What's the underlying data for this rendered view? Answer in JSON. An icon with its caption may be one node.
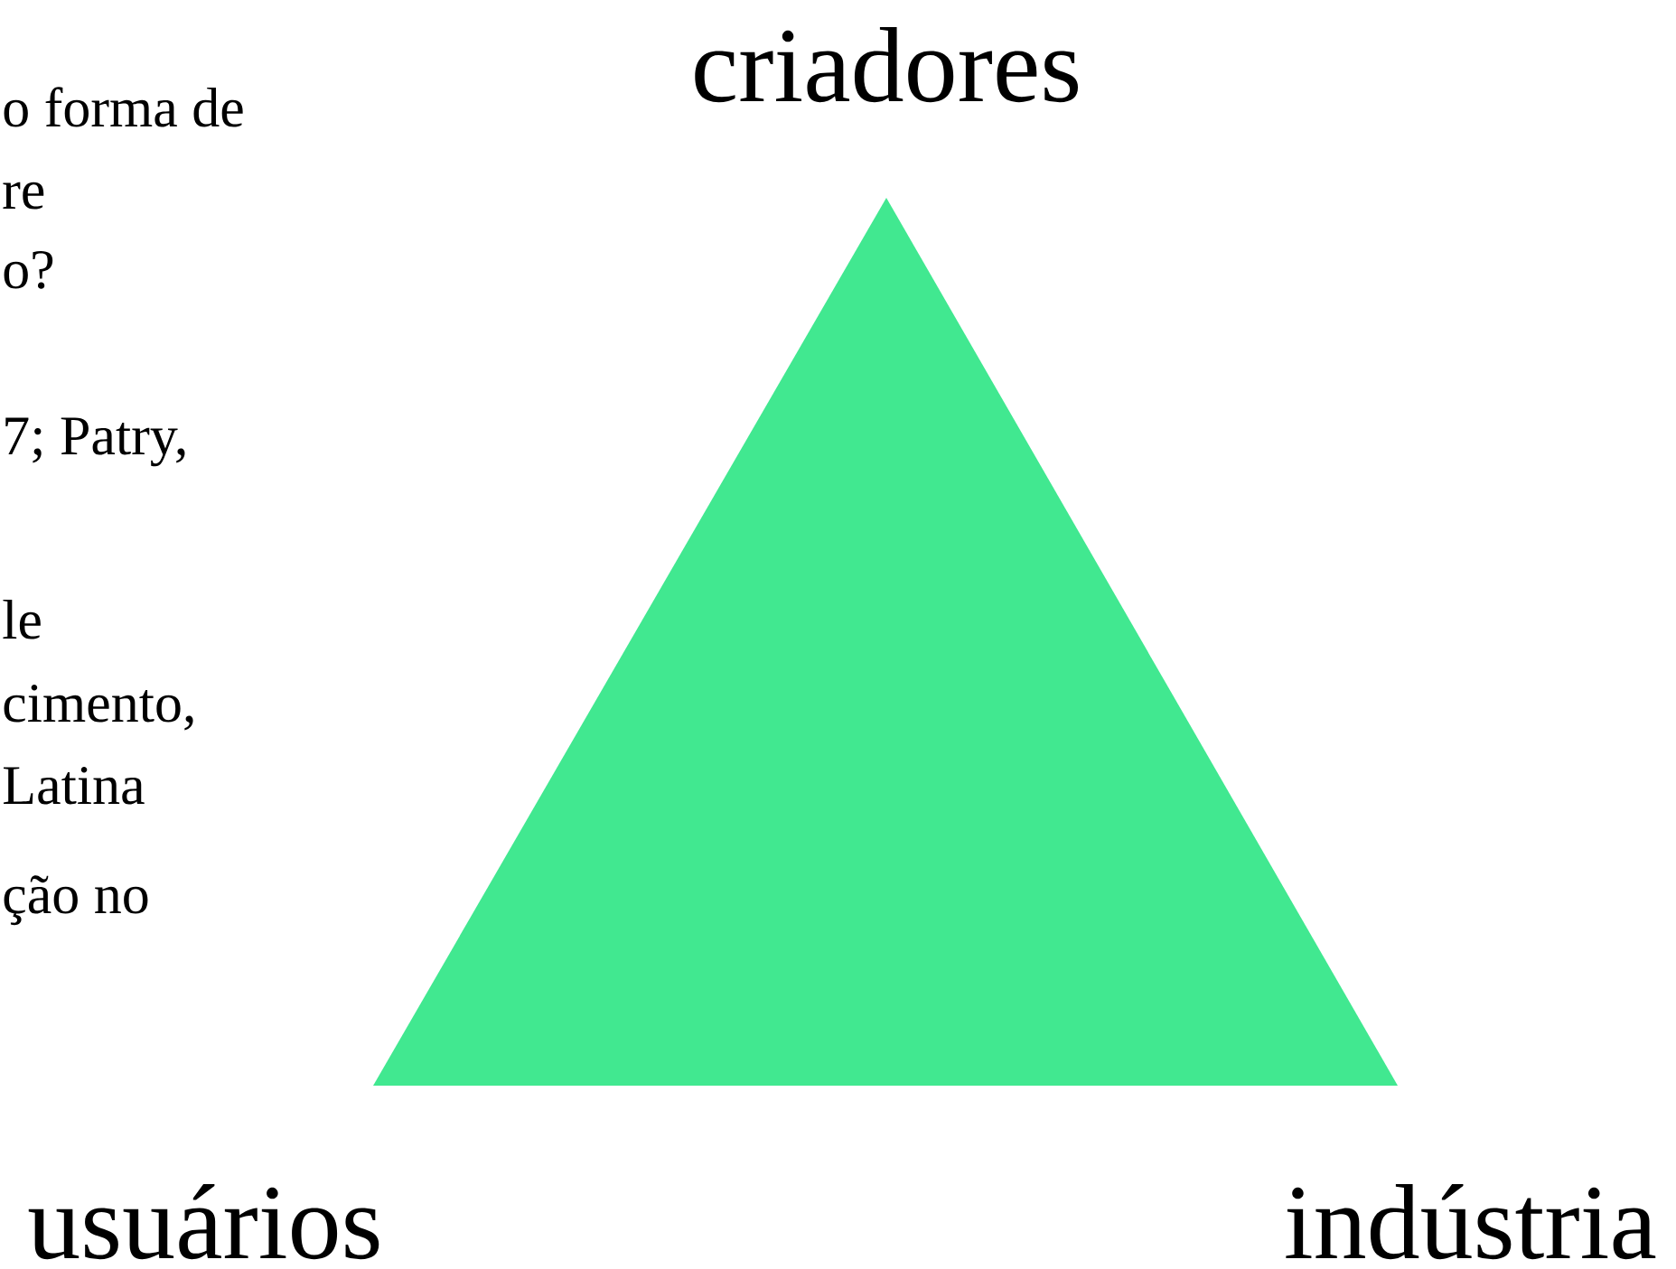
{
  "diagram": {
    "labels": [
      "criadores",
      "o forma de",
      "re",
      "o?",
      "7; Patry,",
      "le",
      "cimento,",
      "Latina",
      "ção no",
      "usuários",
      "indústria"
    ]
  }
}
